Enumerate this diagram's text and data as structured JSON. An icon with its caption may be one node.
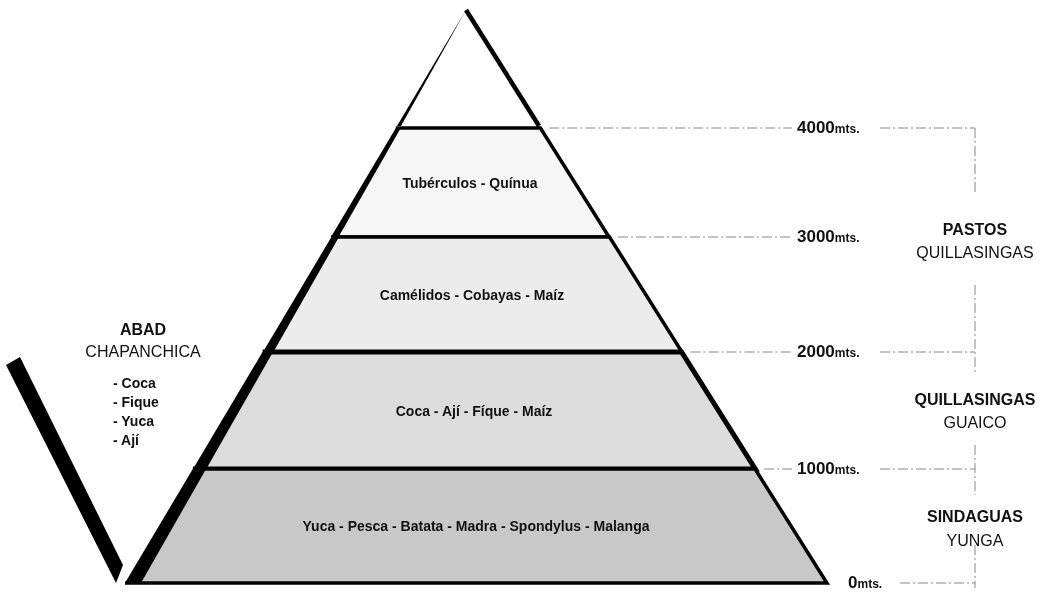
{
  "diagram": {
    "nodes": [
      {
        "text": [
          "Tubérculos - Quínua"
        ]
      },
      {
        "text": [
          "Camélidos - Cobayas - Maíz"
        ]
      },
      {
        "text": [
          "Coca - Ají - Fíque - Maíz"
        ]
      },
      {
        "text": [
          "Yuca - Pesca - Batata - Madra - Spondylus - Malanga"
        ]
      }
    ],
    "edges": [],
    "labels": [
      "ABAD",
      "CHAPANCHICA",
      "- Coca",
      "- Fique",
      "- Yuca",
      "- Ají",
      "4000mts.",
      "3000mts.",
      "PASTOS",
      "QUILLASINGAS",
      "2000mts.",
      "QUILLASINGAS",
      "GUAICO",
      "1000mts.",
      "SINDAGUAS",
      "YUNGA",
      "0mts."
    ]
  }
}
